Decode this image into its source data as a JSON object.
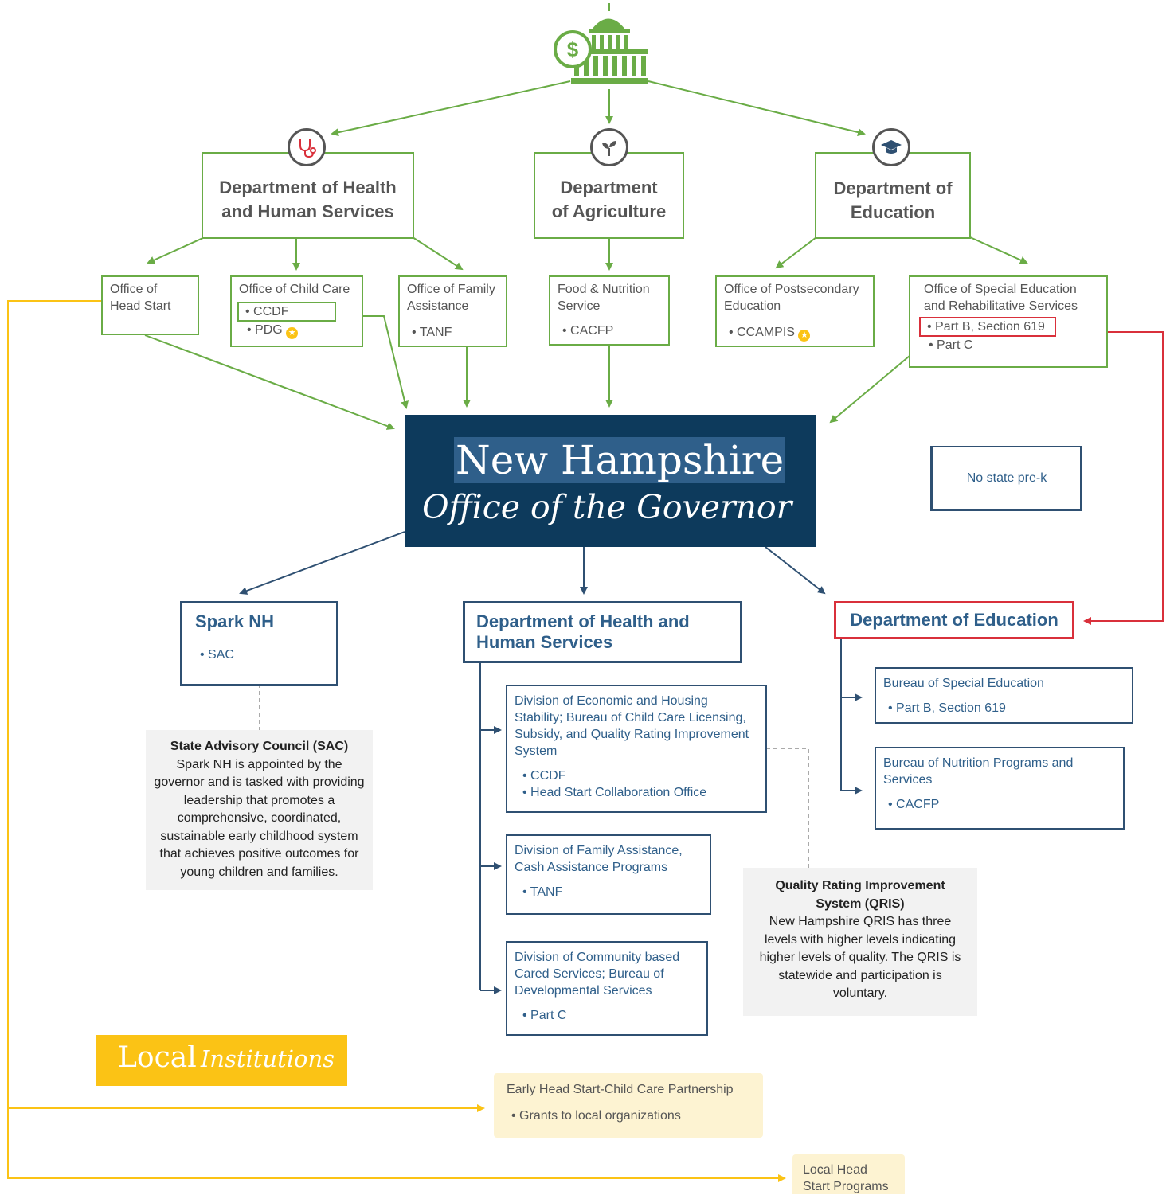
{
  "federal": {
    "departments": [
      {
        "title": "Department of Health and Human Services",
        "icon": "stethoscope-icon"
      },
      {
        "title": "Department of Agriculture",
        "icon": "sprout-icon"
      },
      {
        "title": "Department of Education",
        "icon": "graduation-cap-icon"
      }
    ],
    "offices": [
      {
        "title": "Office of Head Start",
        "items": []
      },
      {
        "title": "Office of Child Care",
        "items": [
          "CCDF",
          "PDG"
        ]
      },
      {
        "title": "Office of Family Assistance",
        "items": [
          "TANF"
        ]
      },
      {
        "title": "Food & Nutrition Service",
        "items": [
          "CACFP"
        ]
      },
      {
        "title": "Office of Postsecondary Education",
        "items": [
          "CCAMPIS"
        ]
      },
      {
        "title": "Office of Special Education and Rehabilitative Services",
        "items": [
          "Part B, Section 619",
          "Part C"
        ]
      }
    ]
  },
  "governor": {
    "line1": "New Hampshire",
    "line2": "Office of the Governor"
  },
  "prek": "No state pre-k",
  "state": {
    "spark": {
      "title": "Spark NH",
      "items": [
        "SAC"
      ]
    },
    "dhhs": {
      "title": "Department of Health and Human Services",
      "divisions": [
        {
          "title": "Division of Economic and Housing Stability; Bureau of Child Care Licensing, Subsidy, and Quality Rating Improvement System",
          "items": [
            "CCDF",
            "Head Start Collaboration Office"
          ]
        },
        {
          "title": "Division of Family Assistance, Cash Assistance Programs",
          "items": [
            "TANF"
          ]
        },
        {
          "title": "Division of Community based Cared Services; Bureau of Developmental Services",
          "items": [
            "Part C"
          ]
        }
      ]
    },
    "doe": {
      "title": "Department of Education",
      "bureaus": [
        {
          "title": "Bureau of Special Education",
          "items": [
            "Part B, Section 619"
          ]
        },
        {
          "title": "Bureau of Nutrition Programs and Services",
          "items": [
            "CACFP"
          ]
        }
      ]
    }
  },
  "notes": {
    "sac": {
      "title": "State Advisory Council (SAC)",
      "body": "Spark NH is appointed by the governor and is tasked with providing leadership that promotes a comprehensive, coordinated, sustainable early childhood system that achieves positive outcomes for young children and families."
    },
    "qris": {
      "title": "Quality Rating Improvement System (QRIS)",
      "body": "New Hampshire QRIS has three levels with higher levels indicating higher levels of quality. The QRIS is statewide and participation is voluntary."
    }
  },
  "local": {
    "banner_main": "Local",
    "banner_italic": "Institutions",
    "ehs": {
      "title": "Early Head Start-Child Care Partnership",
      "items": [
        "Grants to local organizations"
      ]
    },
    "lhs": {
      "title": "Local Head Start Programs"
    }
  },
  "colors": {
    "federal": "#6aac46",
    "state": "#2f5072",
    "highlight": "#d9303b",
    "local": "#fbc315",
    "governor": "#0d3a5c"
  }
}
